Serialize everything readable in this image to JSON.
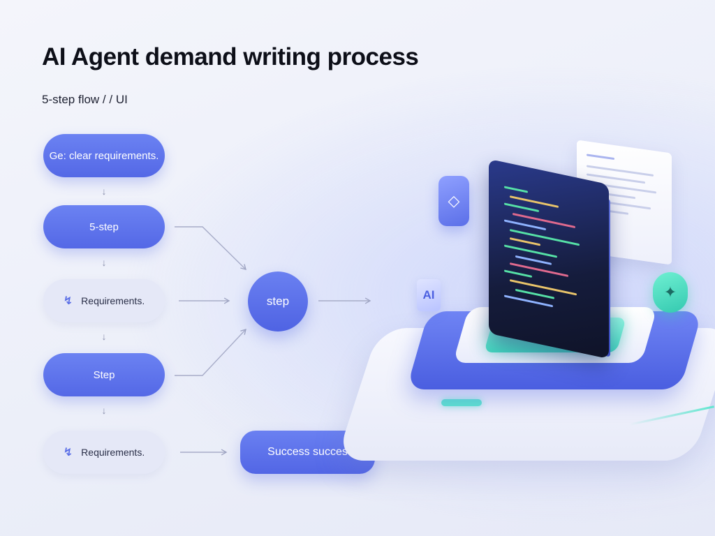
{
  "header": {
    "title": "AI Agent demand writing process",
    "subtitle": "5-step flow / / UI"
  },
  "flow": {
    "left_column": [
      {
        "label": "Ge: clear requirements.",
        "style": "blue",
        "icon": ""
      },
      {
        "label": "5-step",
        "style": "blue",
        "icon": ""
      },
      {
        "label": "Requirements.",
        "style": "light",
        "icon": "bolt-icon"
      },
      {
        "label": "Step",
        "style": "blue",
        "icon": ""
      },
      {
        "label": "Requirements.",
        "style": "light",
        "icon": "bolt-icon"
      }
    ],
    "hub": {
      "label": "step"
    },
    "result": {
      "label": "Success succes"
    }
  },
  "illustration": {
    "ai_tile_label": "AI",
    "colors": {
      "primary": "#5468e6",
      "accent_teal": "#42d9bf",
      "screen_dark": "#151c3c"
    }
  }
}
